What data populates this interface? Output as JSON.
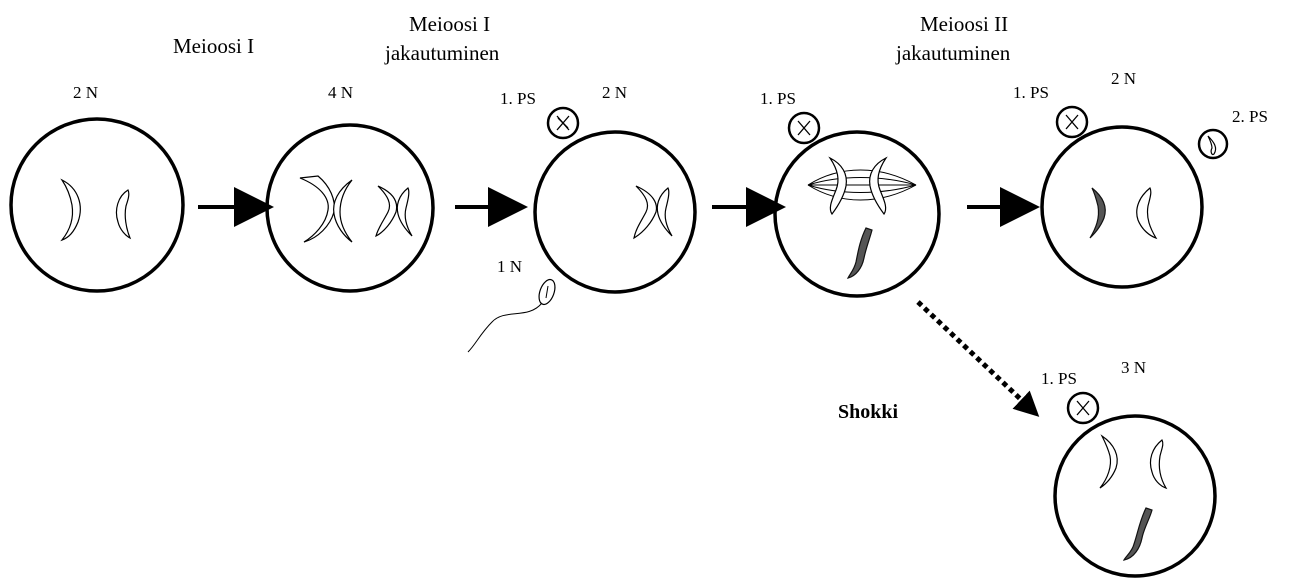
{
  "stage_labels": {
    "meiosis1": "Meioosi I",
    "meiosis1_division_line1": "Meioosi I",
    "meiosis1_division_line2": "jakautuminen",
    "meiosis2_division_line1": "Meioosi II",
    "meiosis2_division_line2": "jakautuminen"
  },
  "ploidy_labels": {
    "cell1": "2 N",
    "cell2": "4 N",
    "cell3": "2 N",
    "sperm": "1 N",
    "cell5": "2 N",
    "cell6": "3 N"
  },
  "polar_body_labels": {
    "cell3_pb1": "1. PS",
    "cell4_pb1": "1. PS",
    "cell5_pb1": "1. PS",
    "cell5_pb2": "2. PS",
    "cell6_pb1": "1. PS"
  },
  "shock_label": "Shokki"
}
